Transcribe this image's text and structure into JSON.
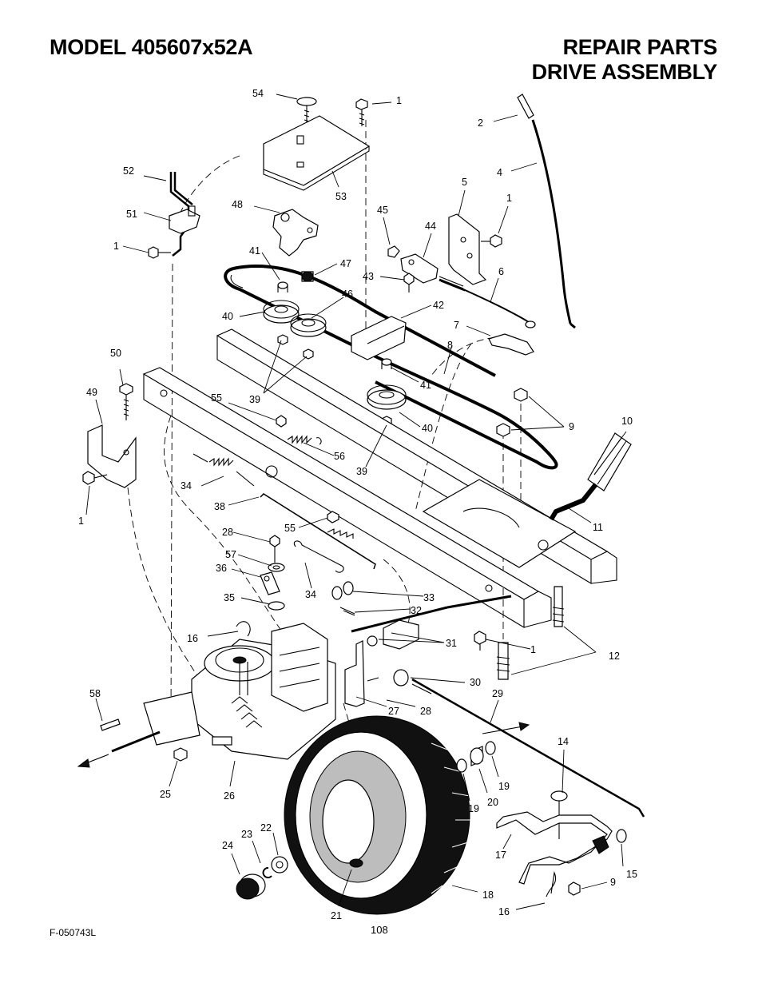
{
  "header": {
    "model_title": "MODEL 405607x52A",
    "section_line1": "REPAIR PARTS",
    "section_line2": "DRIVE ASSEMBLY"
  },
  "footer": {
    "drawing_code": "F-050743L",
    "page_number": "108"
  },
  "callouts": [
    "54",
    "1",
    "2",
    "4",
    "52",
    "53",
    "5",
    "1",
    "51",
    "48",
    "45",
    "44",
    "1",
    "41",
    "47",
    "43",
    "6",
    "46",
    "42",
    "40",
    "7",
    "8",
    "41",
    "50",
    "49",
    "39",
    "55",
    "9",
    "40",
    "39",
    "10",
    "56",
    "34",
    "11",
    "38",
    "1",
    "28",
    "55",
    "57",
    "36",
    "34",
    "33",
    "32",
    "35",
    "31",
    "1",
    "12",
    "16",
    "30",
    "29",
    "27",
    "28",
    "58",
    "14",
    "19",
    "20",
    "19",
    "25",
    "26",
    "22",
    "23",
    "24",
    "17",
    "15",
    "9",
    "18",
    "16",
    "21"
  ]
}
